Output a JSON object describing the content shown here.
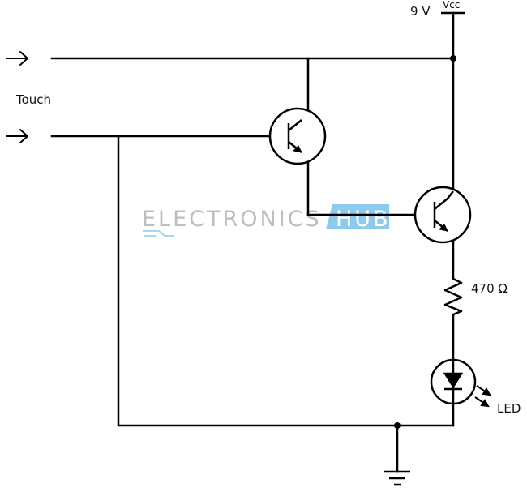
{
  "labels": {
    "supply_voltage": "9 V",
    "supply_name": "Vcc",
    "touch": "Touch",
    "resistor_value": "470 Ω",
    "led": "LED"
  },
  "watermark": {
    "left": "ELECTRONICS",
    "right": "HUB"
  },
  "icons": [
    "arrow-right-icon",
    "npn-transistor-icon",
    "resistor-icon",
    "led-icon",
    "ground-icon"
  ],
  "colors": {
    "wire": "#000000",
    "watermark_text": "#b9bfc6",
    "watermark_badge": "#8ec9ee",
    "watermark_badge_text": "#ffffff"
  }
}
